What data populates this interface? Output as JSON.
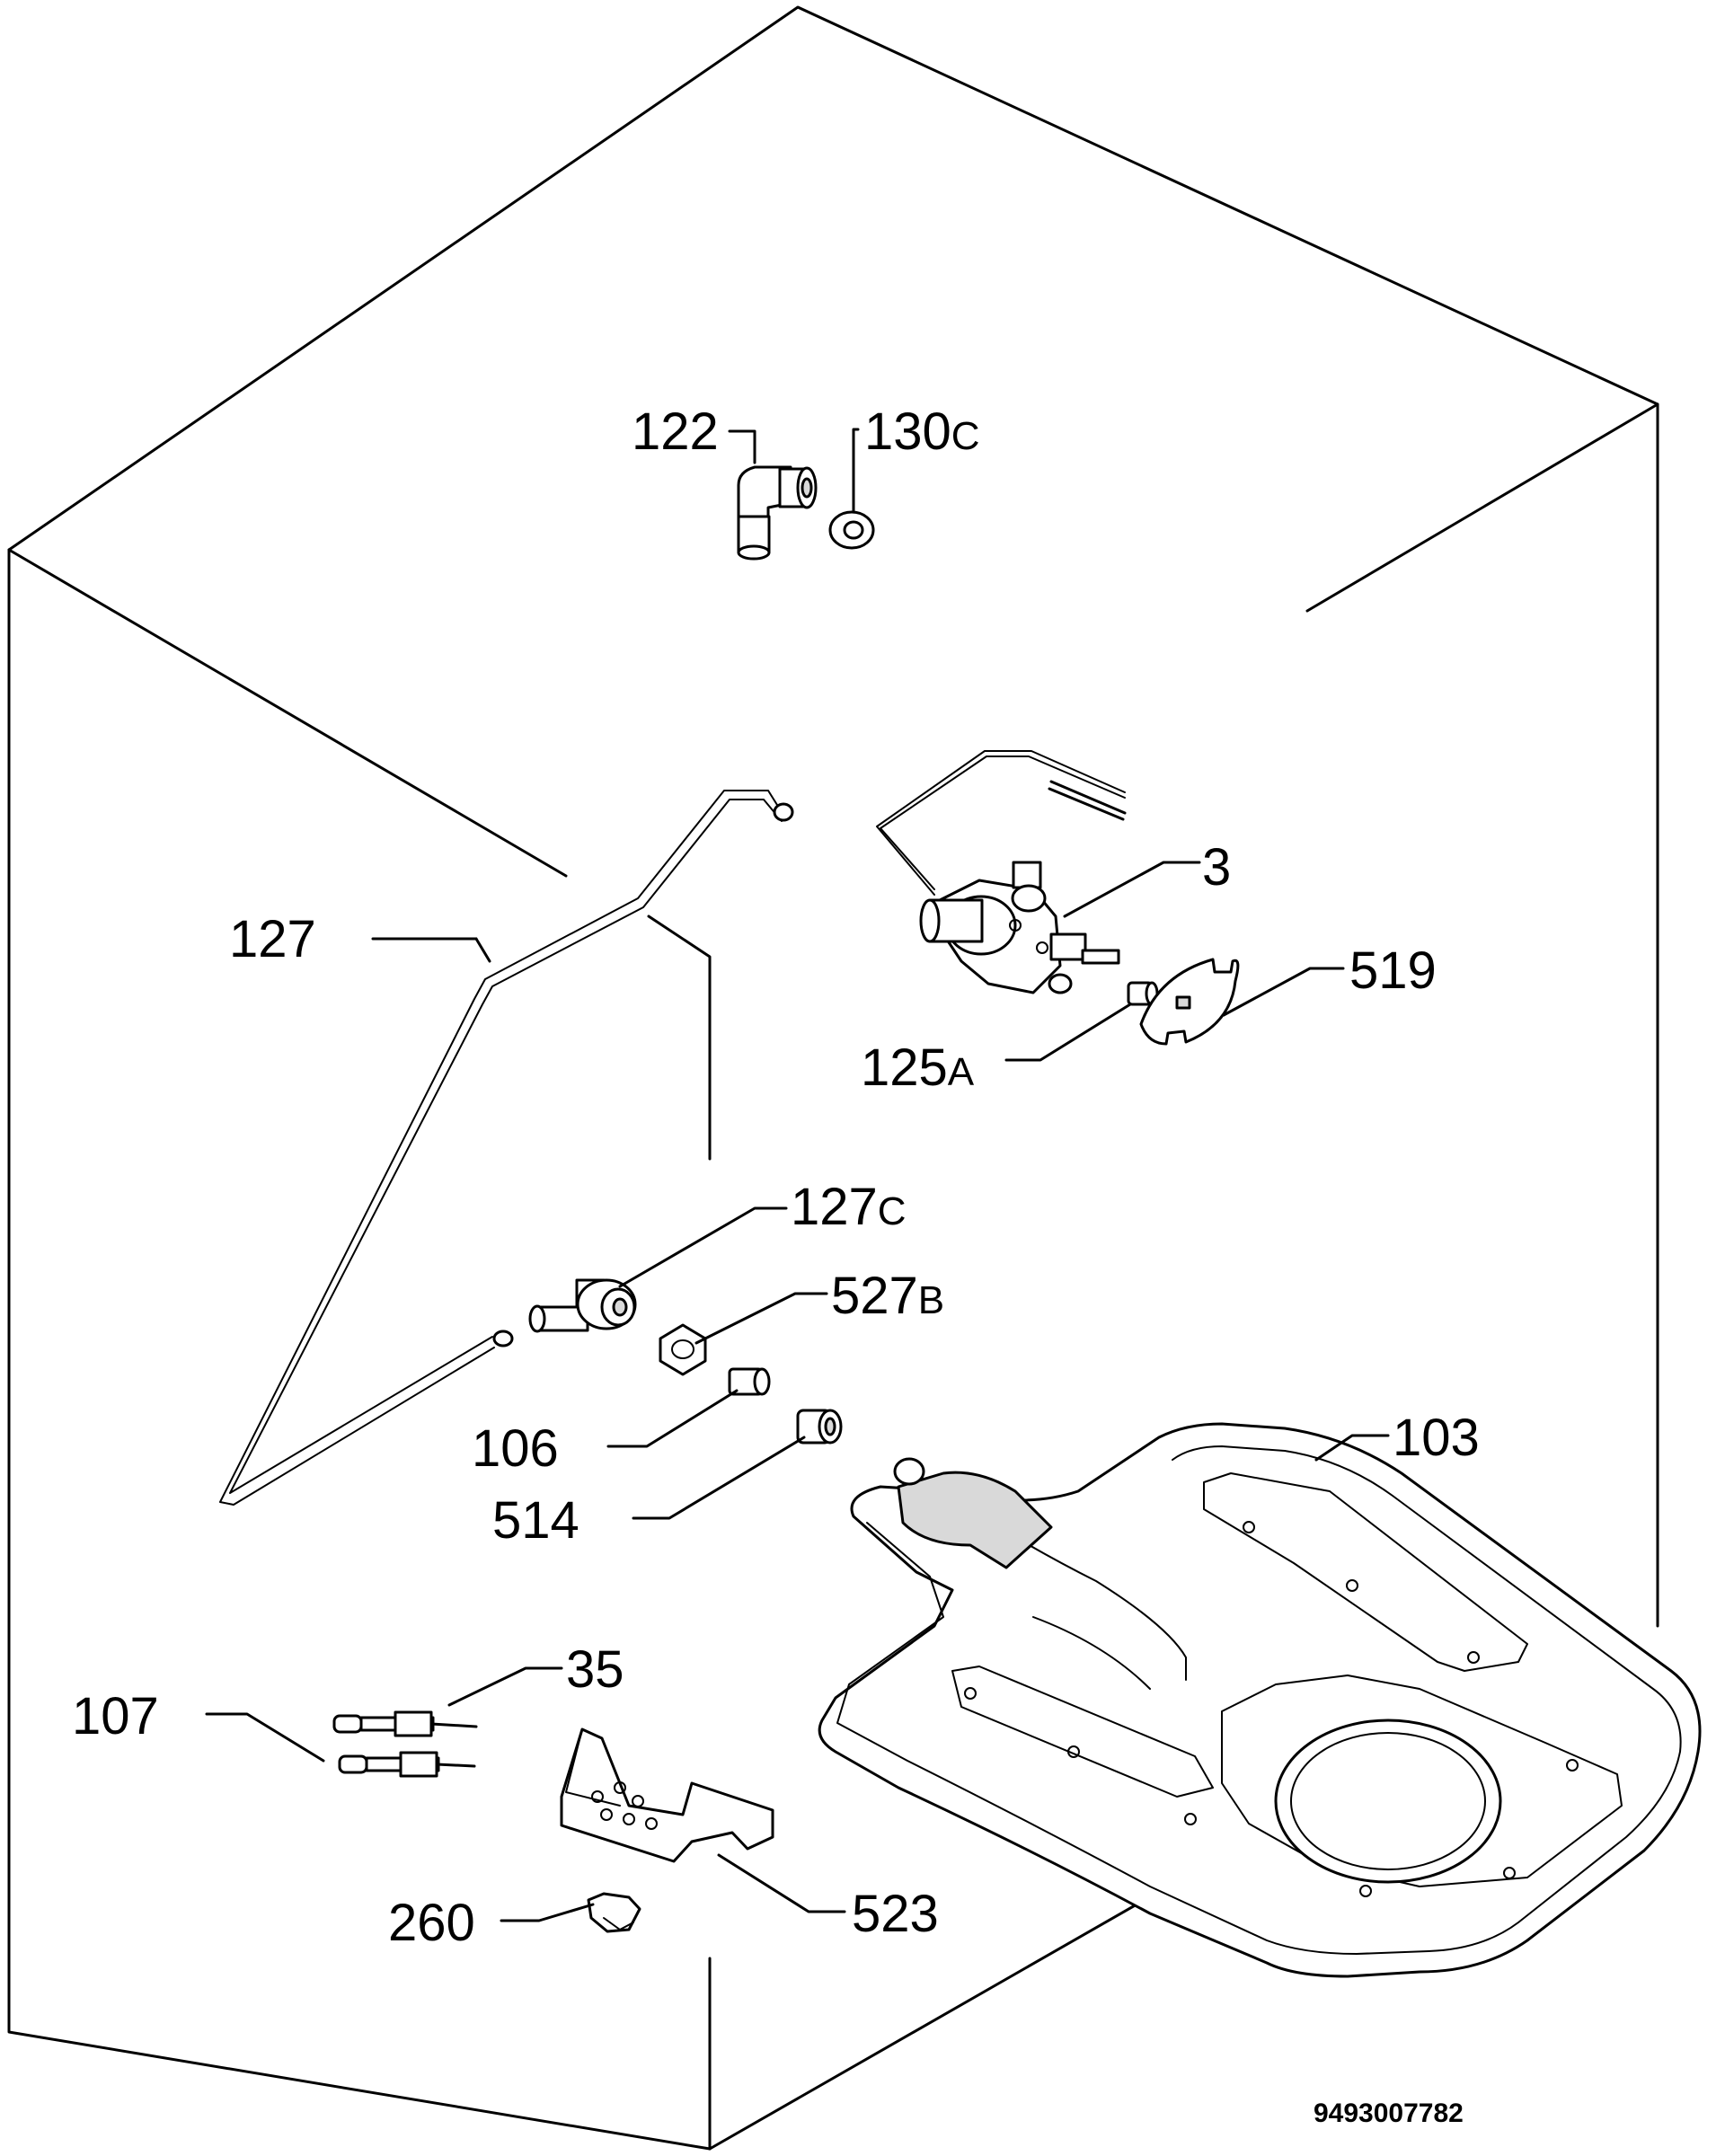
{
  "labels": {
    "p122": "122",
    "p130c_num": "130",
    "p130c_sfx": "C",
    "p127": "127",
    "p3": "3",
    "p519": "519",
    "p125a_num": "125",
    "p125a_sfx": "A",
    "p127c_num": "127",
    "p127c_sfx": "C",
    "p527b_num": "527",
    "p527b_sfx": "B",
    "p106": "106",
    "p103": "103",
    "p514": "514",
    "p35": "35",
    "p107": "107",
    "p523": "523",
    "p260": "260"
  },
  "diagram_code": "9493007782"
}
